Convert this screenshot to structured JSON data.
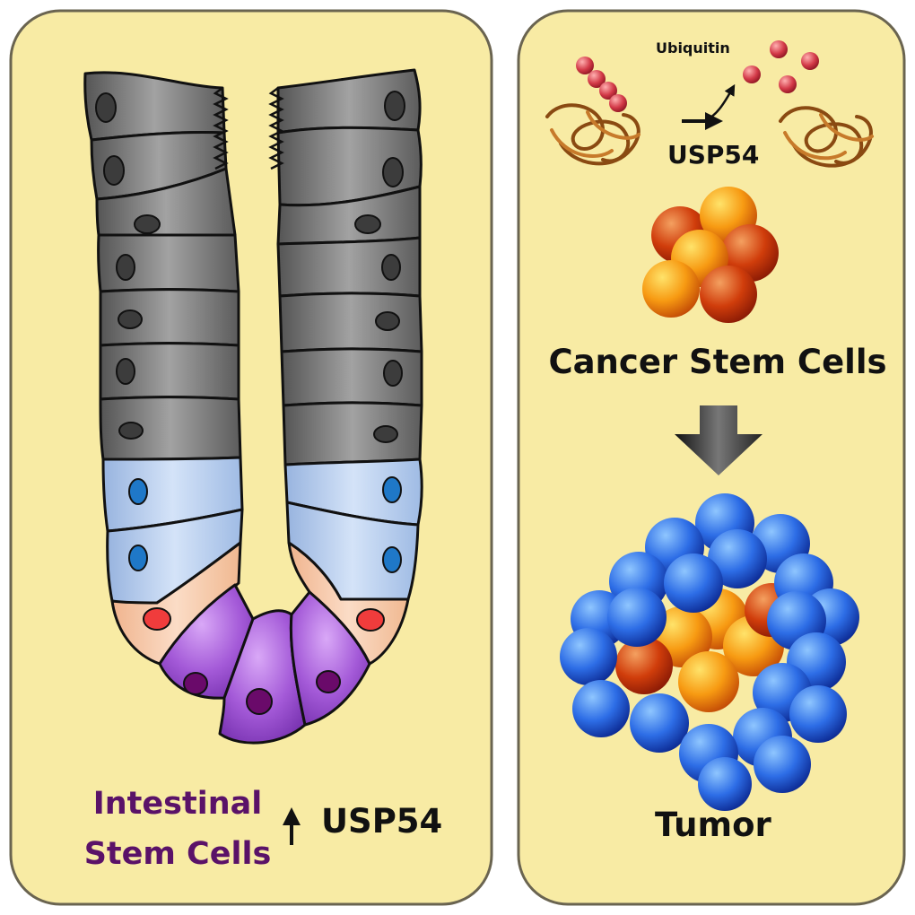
{
  "labels": {
    "ubiquitin": "Ubiquitin",
    "usp54_reaction": "USP54",
    "cancer_stem_cells": "Cancer Stem Cells",
    "tumor": "Tumor",
    "intestinal_stem_cells_line1": "Intestinal",
    "intestinal_stem_cells_line2": "Stem Cells",
    "usp54_up": "USP54"
  },
  "colors": {
    "panel_fill": "#f8eba4",
    "panel_stroke": "#6a6450",
    "differentiated_cell": "#7b7b7b",
    "progenitor_cell": "#a9c3ea",
    "paneth_cell": "#f3c3a2",
    "stem_cell": "#9a4fcf",
    "isc_label": "#5a1268",
    "tumor_outer_cell": "#1f57d6",
    "cancer_stem_cell": "#f08a12"
  }
}
